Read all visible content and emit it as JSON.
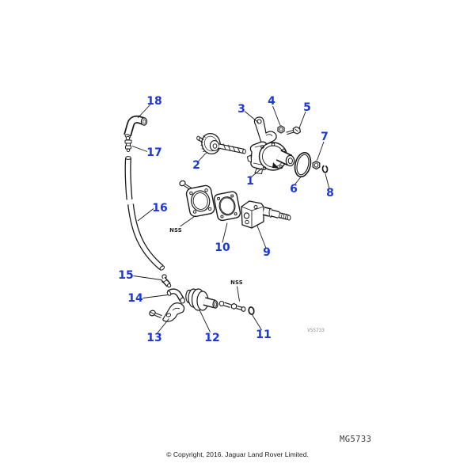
{
  "diagram": {
    "figure_code": "MG5733",
    "watermark": "VS5733",
    "copyright": "© Copyright, 2016. Jaguar Land Rover Limited.",
    "nss_label": "NSS",
    "callouts": [
      "1",
      "2",
      "3",
      "4",
      "5",
      "6",
      "7",
      "8",
      "9",
      "10",
      "11",
      "12",
      "13",
      "14",
      "15",
      "16",
      "17",
      "18"
    ],
    "colors": {
      "callout_blue": "#1b35e0",
      "line_black": "#1a1a1a",
      "watermark_gray": "#8a8a8a"
    }
  }
}
